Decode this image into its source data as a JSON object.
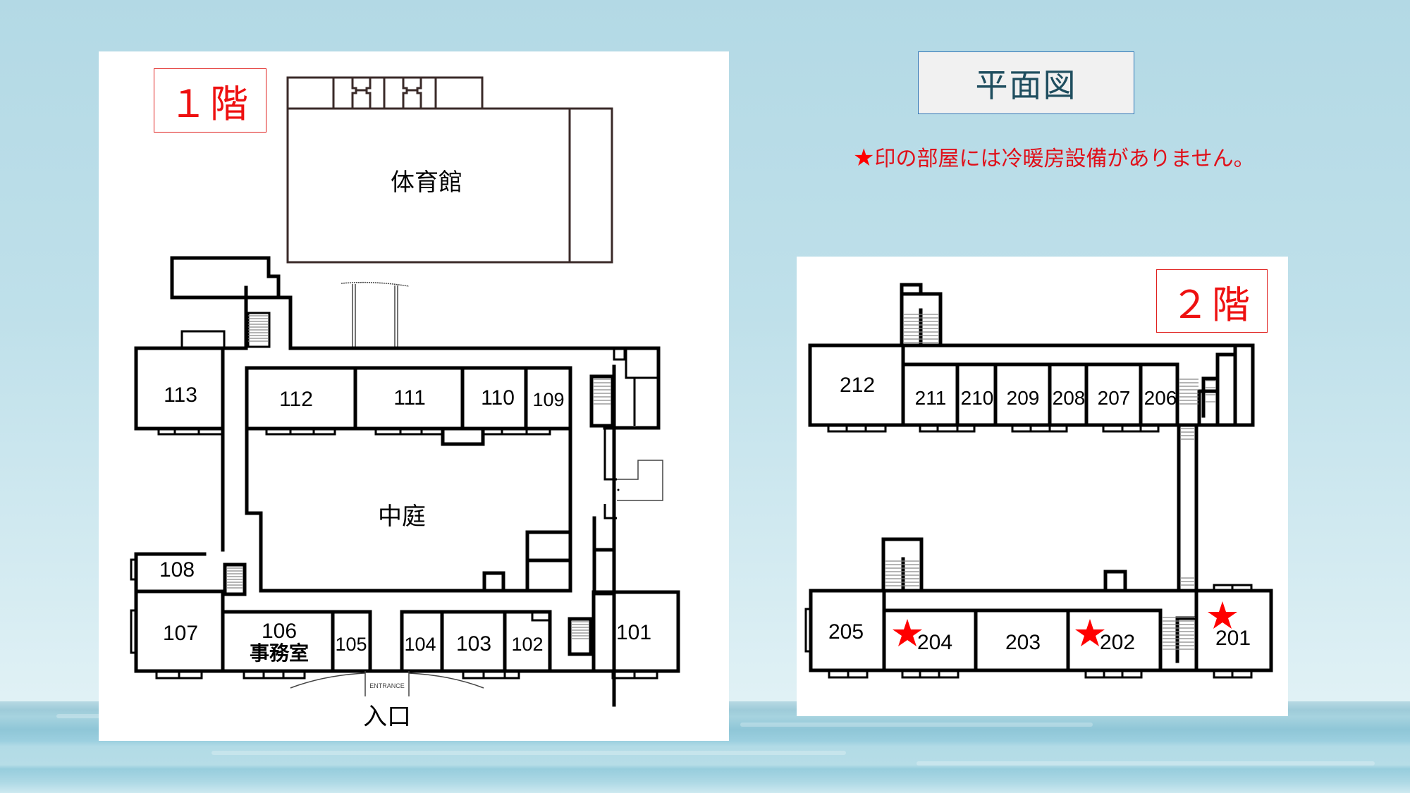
{
  "title": "平面図",
  "note": {
    "star_icon": "★",
    "text": "印の部屋には冷暖房設備がありません。"
  },
  "colors": {
    "label_red": "#ee1010",
    "star_red": "#ff0000",
    "title_border": "#2e75b6",
    "title_text": "#1f4e5f",
    "background": "#b3d9e5"
  },
  "floor1": {
    "label": "１階",
    "gym": "体育館",
    "courtyard": "中庭",
    "entrance_jp": "入口",
    "entrance_en": "ENTRANCE",
    "rooms": {
      "r101": "101",
      "r102": "102",
      "r103": "103",
      "r104": "104",
      "r105": "105",
      "r106": "106",
      "r106_sub": "事務室",
      "r107": "107",
      "r108": "108",
      "r109": "109",
      "r110": "110",
      "r111": "111",
      "r112": "112",
      "r113": "113"
    }
  },
  "floor2": {
    "label": "２階",
    "rooms": {
      "r201": "201",
      "r202": "202",
      "r203": "203",
      "r204": "204",
      "r205": "205",
      "r206": "206",
      "r207": "207",
      "r208": "208",
      "r209": "209",
      "r210": "210",
      "r211": "211",
      "r212": "212"
    },
    "no_ac_rooms": [
      "201",
      "202",
      "204"
    ]
  }
}
